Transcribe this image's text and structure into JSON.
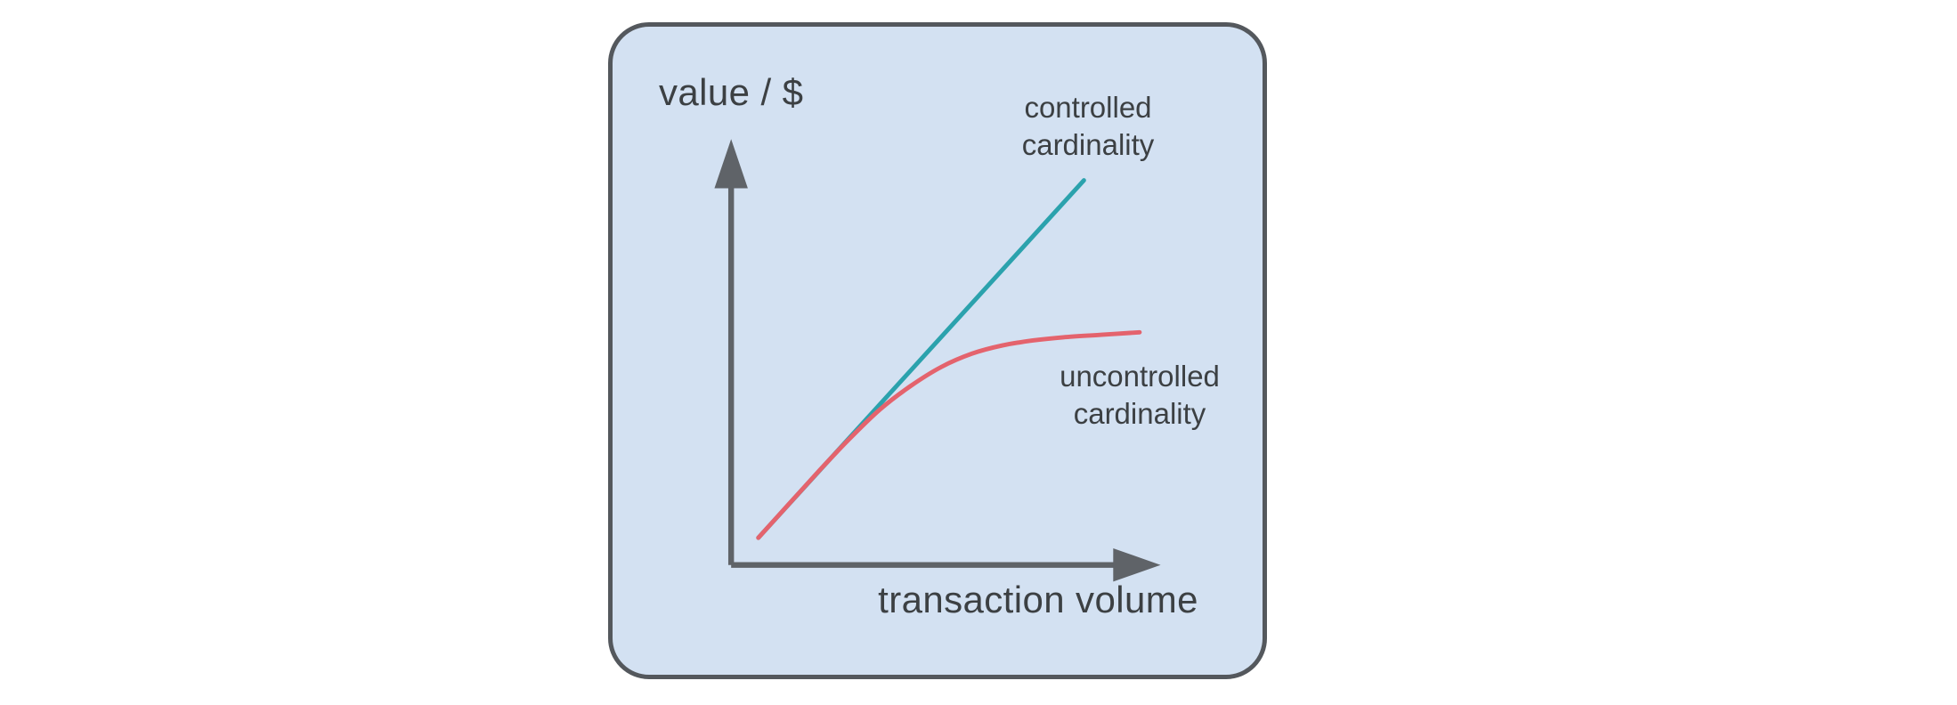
{
  "card": {
    "background_color": "#d3e1f2",
    "border_color": "#54585d"
  },
  "chart_data": {
    "type": "line",
    "xlabel": "transaction volume",
    "ylabel": "value / $",
    "x_range": [
      0,
      1
    ],
    "y_range": [
      0,
      1
    ],
    "grid": false,
    "legend": "inline-labels",
    "axes": {
      "arrows": true,
      "color": "#5f6368"
    },
    "series": [
      {
        "name": "controlled cardinality",
        "label": "controlled\ncardinality",
        "color": "#2ba2ad",
        "shape": "linear",
        "points": [
          [
            0,
            0
          ],
          [
            0.854,
            1.0
          ]
        ]
      },
      {
        "name": "uncontrolled cardinality",
        "label": "uncontrolled\ncardinality",
        "color": "#e4636d",
        "shape": "saturating",
        "points": [
          [
            0,
            0
          ],
          [
            0.08,
            0.094
          ],
          [
            0.16,
            0.188
          ],
          [
            0.24,
            0.278
          ],
          [
            0.32,
            0.36
          ],
          [
            0.4,
            0.425
          ],
          [
            0.48,
            0.478
          ],
          [
            0.56,
            0.515
          ],
          [
            0.64,
            0.538
          ],
          [
            0.72,
            0.552
          ],
          [
            0.8,
            0.561
          ],
          [
            0.9,
            0.568
          ],
          [
            1.0,
            0.575
          ]
        ]
      }
    ]
  }
}
